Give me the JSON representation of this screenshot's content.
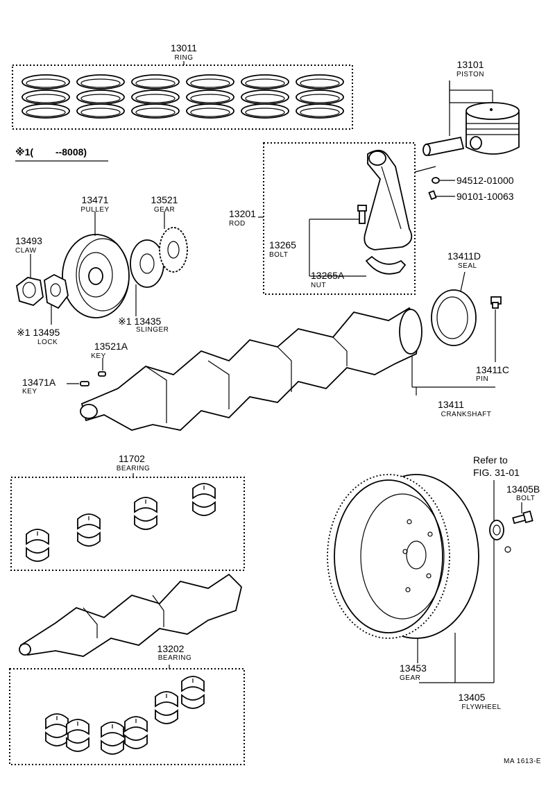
{
  "note": "※1(　　 --8008)",
  "footer_code": "MA 1613-E",
  "refer_text": [
    "Refer to",
    "FIG. 31-01"
  ],
  "callouts": [
    {
      "id": "ring",
      "number": "13011",
      "name": "RING"
    },
    {
      "id": "piston",
      "number": "13101",
      "name": "PISTON"
    },
    {
      "id": "bolt-a",
      "number": "94512-01000",
      "name": ""
    },
    {
      "id": "bolt-b",
      "number": "90101-10063",
      "name": ""
    },
    {
      "id": "rod",
      "number": "13201",
      "name": "ROD"
    },
    {
      "id": "rod-bolt",
      "number": "13265",
      "name": "BOLT"
    },
    {
      "id": "rod-nut",
      "number": "13265A",
      "name": "NUT"
    },
    {
      "id": "pulley",
      "number": "13471",
      "name": "PULLEY"
    },
    {
      "id": "gear",
      "number": "13521",
      "name": "GEAR"
    },
    {
      "id": "claw",
      "number": "13493",
      "name": "CLAW"
    },
    {
      "id": "slinger",
      "number": "※1 13435",
      "name": "SLINGER"
    },
    {
      "id": "lock",
      "number": "※1 13495",
      "name": "LOCK"
    },
    {
      "id": "seal",
      "number": "13411D",
      "name": "SEAL"
    },
    {
      "id": "key-a",
      "number": "13521A",
      "name": "KEY"
    },
    {
      "id": "key-b",
      "number": "13471A",
      "name": "KEY"
    },
    {
      "id": "pin",
      "number": "13411C",
      "name": "PIN"
    },
    {
      "id": "crankshaft",
      "number": "13411",
      "name": "CRANKSHAFT"
    },
    {
      "id": "bearing-main",
      "number": "11702",
      "name": "BEARING"
    },
    {
      "id": "bearing-rod",
      "number": "13202",
      "name": "BEARING"
    },
    {
      "id": "flywheel-bolt",
      "number": "13405B",
      "name": "BOLT"
    },
    {
      "id": "ring-gear",
      "number": "13453",
      "name": "GEAR"
    },
    {
      "id": "flywheel",
      "number": "13405",
      "name": "FLYWHEEL"
    }
  ]
}
